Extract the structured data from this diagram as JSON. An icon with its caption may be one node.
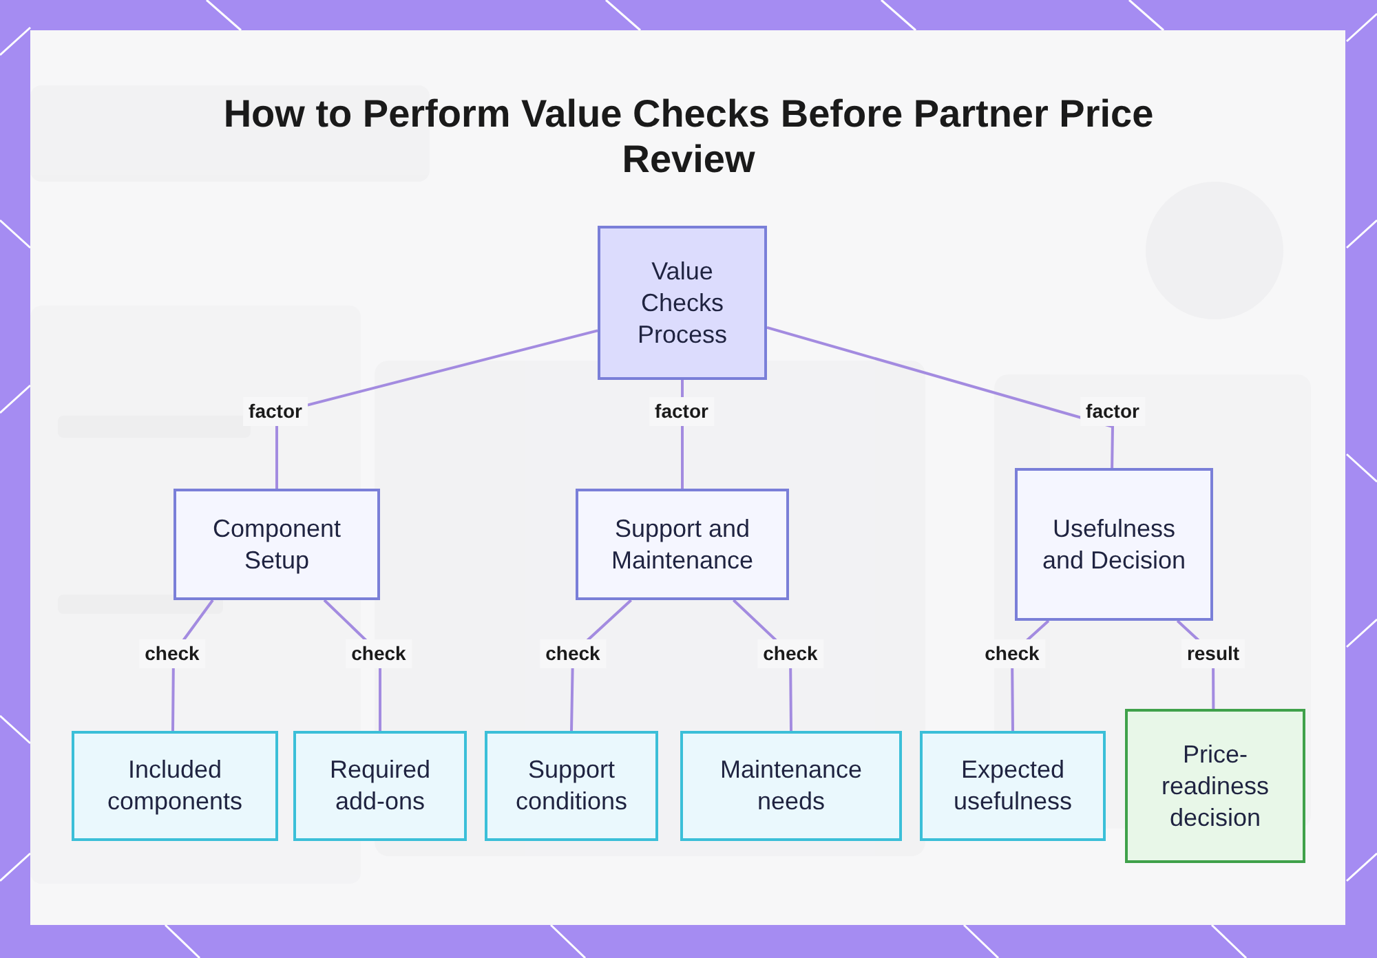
{
  "diagram": {
    "title": "How to Perform Value Checks Before Partner Price Review",
    "nodes": [
      {
        "text": [
          "Value Checks Process"
        ]
      },
      {
        "text": [
          "Component Setup"
        ]
      },
      {
        "text": [
          "Support and Maintenance"
        ]
      },
      {
        "text": [
          "Usefulness and Decision"
        ]
      },
      {
        "text": [
          "Included components"
        ]
      },
      {
        "text": [
          "Required add-ons"
        ]
      },
      {
        "text": [
          "Support conditions"
        ]
      },
      {
        "text": [
          "Maintenance needs"
        ]
      },
      {
        "text": [
          "Expected usefulness"
        ]
      },
      {
        "text": [
          "Price-readiness decision"
        ]
      }
    ],
    "edges": [
      {
        "from": 0,
        "to": 1,
        "arrow": "none",
        "label": "factor"
      },
      {
        "from": 0,
        "to": 2,
        "arrow": "none",
        "label": "factor"
      },
      {
        "from": 0,
        "to": 3,
        "arrow": "none",
        "label": "factor"
      },
      {
        "from": 1,
        "to": 4,
        "arrow": "none",
        "label": "check"
      },
      {
        "from": 1,
        "to": 5,
        "arrow": "none",
        "label": "check"
      },
      {
        "from": 2,
        "to": 6,
        "arrow": "none",
        "label": "check"
      },
      {
        "from": 2,
        "to": 7,
        "arrow": "none",
        "label": "check"
      },
      {
        "from": 3,
        "to": 8,
        "arrow": "none",
        "label": "check"
      },
      {
        "from": 3,
        "to": 9,
        "arrow": "none",
        "label": "result"
      }
    ]
  }
}
